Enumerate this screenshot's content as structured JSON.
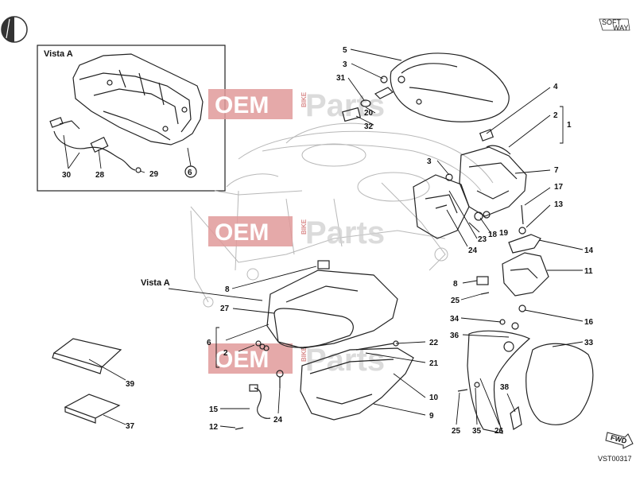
{
  "header": {
    "brand_text_1": "SOFT",
    "brand_text_2": "WAY"
  },
  "inset": {
    "title": "Vista A",
    "callouts": [
      "30",
      "28",
      "29",
      "6"
    ]
  },
  "main_view_label": "Vista A",
  "watermark": {
    "oem": "OEM",
    "bike": "BIKE",
    "parts": "Parts"
  },
  "callouts": {
    "c5": "5",
    "c3a": "3",
    "c31": "31",
    "c20": "20",
    "c32": "32",
    "c4": "4",
    "c2a": "2",
    "c1": "1",
    "c7": "7",
    "c3b": "3",
    "c17": "17",
    "c13": "13",
    "c14": "14",
    "c11": "11",
    "c23": "23",
    "c18": "18",
    "c19": "19",
    "c24a": "24",
    "c8a": "8",
    "c8b": "8",
    "c25a": "25",
    "c27": "27",
    "c6": "6",
    "c2b": "2",
    "c22": "22",
    "c21": "21",
    "c10": "10",
    "c9": "9",
    "c34": "34",
    "c16": "16",
    "c36": "36",
    "c33": "33",
    "c38": "38",
    "c25b": "25",
    "c35": "35",
    "c26": "26",
    "c15": "15",
    "c12": "12",
    "c24b": "24",
    "c39": "39",
    "c37": "37"
  },
  "fwd_label": "FWD",
  "drawing_code": "VST00317"
}
